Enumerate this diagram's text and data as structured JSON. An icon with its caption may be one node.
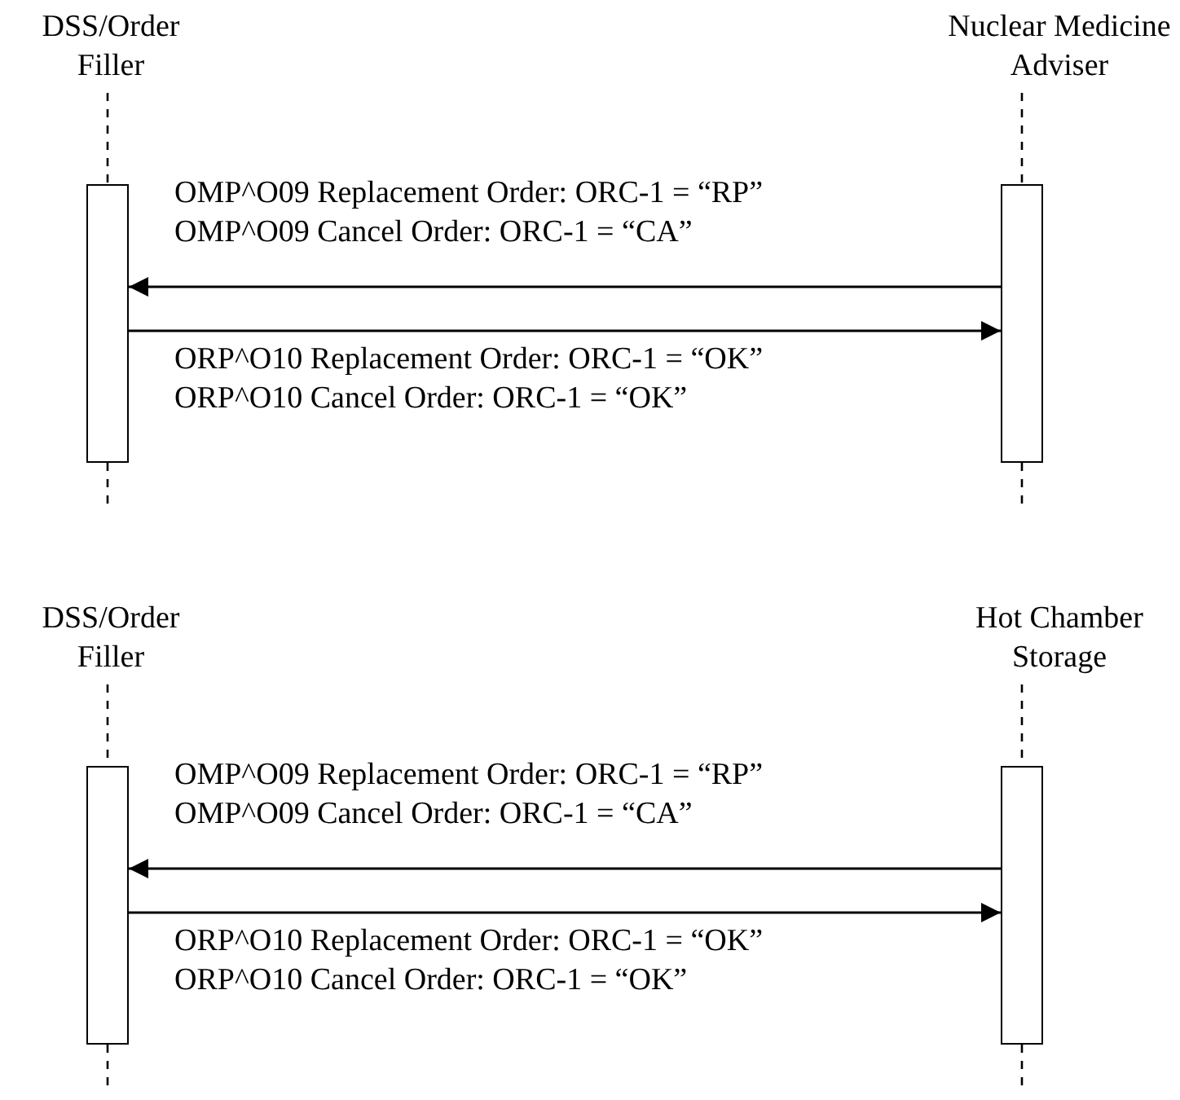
{
  "diagram": {
    "nodes": [
      {
        "text": [
          "DSS/Order Filler"
        ]
      },
      {
        "text": [
          "Nuclear Medicine Adviser"
        ]
      },
      {
        "text": [],
        "shape": "bar"
      },
      {
        "text": [],
        "shape": "bar"
      },
      {
        "text": [
          "DSS/Order Filler"
        ]
      },
      {
        "text": [
          "Hot Chamber Storage"
        ]
      },
      {
        "text": [],
        "shape": "bar"
      },
      {
        "text": [],
        "shape": "bar"
      }
    ],
    "edges": [
      {
        "from": 0,
        "to": 2,
        "arrow": "none",
        "style": "dashed"
      },
      {
        "from": 2,
        "to": null,
        "arrow": "none",
        "style": "dashed"
      },
      {
        "from": 1,
        "to": 3,
        "arrow": "none",
        "style": "dashed"
      },
      {
        "from": 3,
        "to": null,
        "arrow": "none",
        "style": "dashed"
      },
      {
        "from": 3,
        "to": 2,
        "arrow": "to"
      },
      {
        "from": 2,
        "to": 3,
        "arrow": "to"
      },
      {
        "from": 4,
        "to": 6,
        "arrow": "none",
        "style": "dashed"
      },
      {
        "from": 6,
        "to": null,
        "arrow": "none",
        "style": "dashed"
      },
      {
        "from": 5,
        "to": 7,
        "arrow": "none",
        "style": "dashed"
      },
      {
        "from": 7,
        "to": null,
        "arrow": "none",
        "style": "dashed"
      },
      {
        "from": 7,
        "to": 6,
        "arrow": "to"
      },
      {
        "from": 6,
        "to": 7,
        "arrow": "to"
      }
    ],
    "labels": [
      "OMP^O09 Replacement Order: ORC-1 = “RP”",
      "OMP^O09 Cancel Order: ORC-1 = “CA”",
      "ORP^O10 Replacement Order: ORC-1 = “OK”",
      "ORP^O10 Cancel Order: ORC-1 = “OK”",
      "OMP^O09 Replacement Order: ORC-1 = “RP”",
      "OMP^O09 Cancel Order: ORC-1 = “CA”",
      "ORP^O10 Replacement Order: ORC-1 = “OK”",
      "ORP^O10 Cancel Order: ORC-1 = “OK”"
    ]
  }
}
